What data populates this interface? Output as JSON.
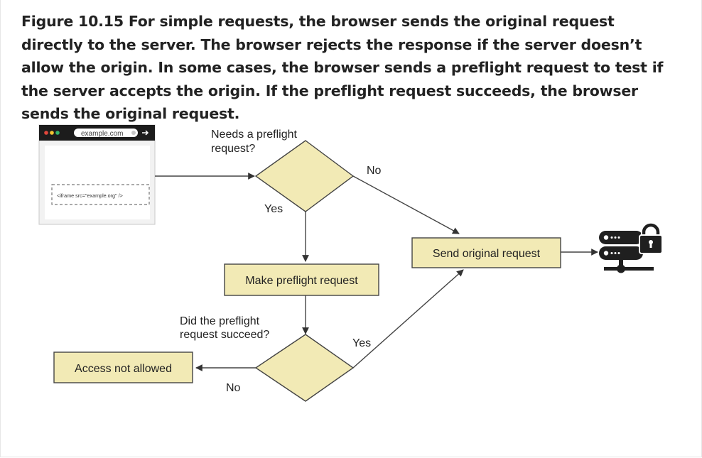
{
  "caption": "Figure 10.15 For simple requests, the browser sends the original request directly to the server. The browser rejects the response if the server doesn’t allow the origin. In some cases, the browser sends a preflight request to test if the server accepts the origin. If the preflight request succeeds, the browser sends the original request.",
  "browser": {
    "url": "example.com",
    "iframe_code": "<iframe src=\"example.org\" />"
  },
  "diagram": {
    "decision1_line1": "Needs a preflight",
    "decision1_line2": "request?",
    "no1": "No",
    "yes1": "Yes",
    "make_preflight": "Make preflight request",
    "decision2_line1": "Did the preflight",
    "decision2_line2": "request succeed?",
    "yes2": "Yes",
    "no2": "No",
    "send_original": "Send original request",
    "access_denied": "Access not allowed"
  },
  "colors": {
    "box_fill": "#f2eab5",
    "stroke": "#4a4a4a",
    "dot_red": "#e0463c",
    "dot_yellow": "#f4c430",
    "dot_green": "#33b36b"
  },
  "icons": [
    "browser-window-icon",
    "server-lock-icon",
    "arrow-icon"
  ]
}
